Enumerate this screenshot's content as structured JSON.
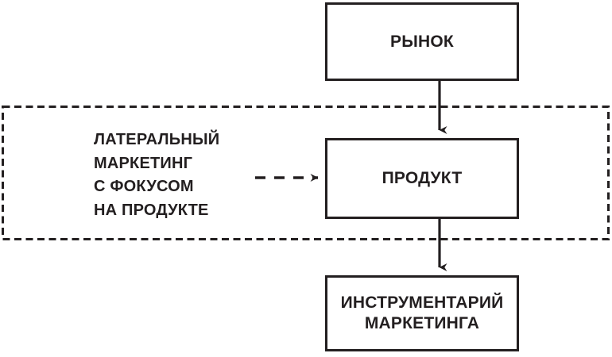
{
  "diagram": {
    "title_alt": "Lateral marketing with focus on product",
    "colors": {
      "ink": "#231f20",
      "background": "#ffffff",
      "dashed_stroke": "#231f20"
    },
    "nodes": [
      {
        "id": "market",
        "label": "РЫНОК"
      },
      {
        "id": "product",
        "label": "ПРОДУКТ"
      },
      {
        "id": "toolkit",
        "label": "ИНСТРУМЕНТАРИЙ\nМАРКЕТИНГА"
      }
    ],
    "side_text": {
      "lines": [
        "ЛАТЕРАЛЬНЫЙ",
        "МАРКЕТИНГ",
        "С ФОКУСОМ",
        "НА ПРОДУКТЕ"
      ]
    },
    "connectors": [
      {
        "id": "market-to-product",
        "style": "solid",
        "direction": "down"
      },
      {
        "id": "side-to-product",
        "style": "dashed",
        "direction": "right"
      },
      {
        "id": "product-to-toolkit",
        "style": "solid",
        "direction": "down"
      }
    ],
    "region": {
      "id": "lateral-scope",
      "style": "dashed-rectangle"
    }
  }
}
